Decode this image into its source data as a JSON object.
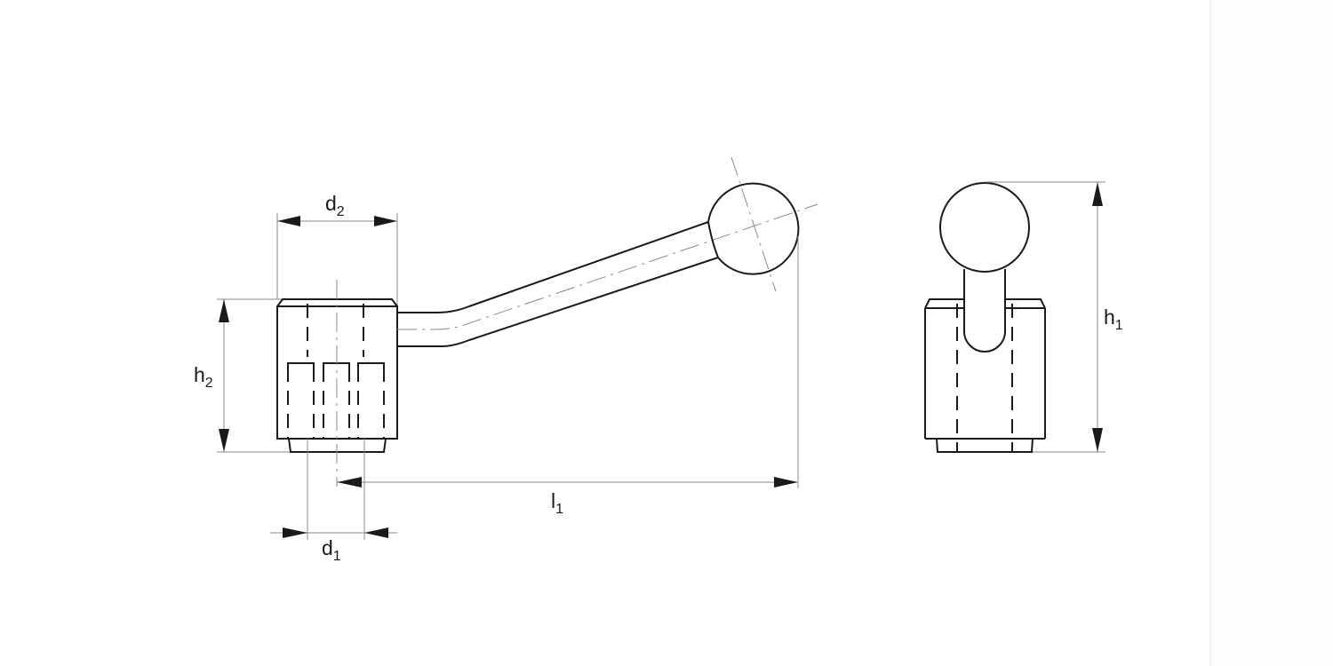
{
  "drawing": {
    "title": "Adjustable clamping lever with ball knob - dimension drawing",
    "views": [
      "side-view",
      "front-view"
    ],
    "line_color": "#1a1a1a",
    "dimension_line_color": "#8a8a8a",
    "background": "#ffffff"
  },
  "dimensions": {
    "d2": {
      "base": "d",
      "sub": "2"
    },
    "h2": {
      "base": "h",
      "sub": "2"
    },
    "l1": {
      "base": "l",
      "sub": "1"
    },
    "d1": {
      "base": "d",
      "sub": "1"
    },
    "h1": {
      "base": "h",
      "sub": "1"
    }
  }
}
